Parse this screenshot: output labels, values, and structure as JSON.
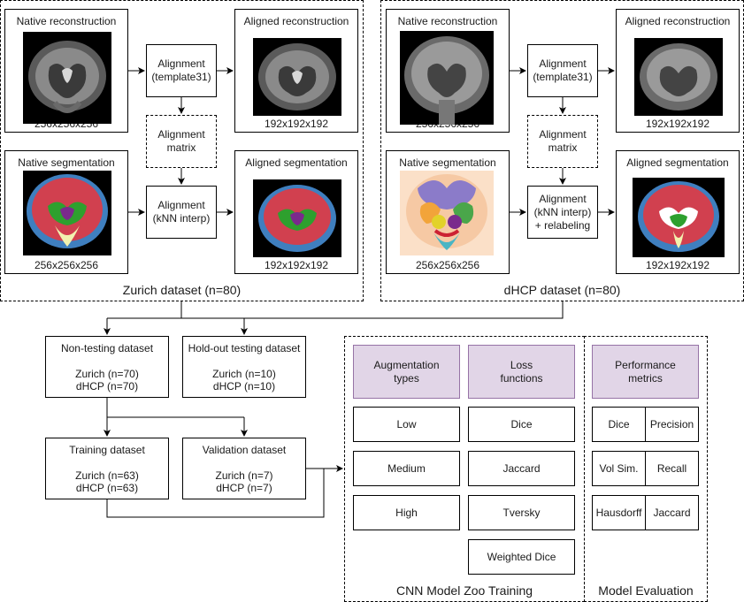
{
  "zurich": {
    "title": "Zurich dataset (n=80)",
    "native_recon": "Native reconstruction",
    "native_recon_dim": "256x256x256",
    "align_template": "Alignment\n(template31)",
    "aligned_recon": "Aligned reconstruction",
    "aligned_recon_dim": "192x192x192",
    "align_matrix": "Alignment\nmatrix",
    "native_seg": "Native segmentation",
    "native_seg_dim": "256x256x256",
    "align_knn": "Alignment\n(kNN interp)",
    "aligned_seg": "Aligned segmentation",
    "aligned_seg_dim": "192x192x192"
  },
  "dhcp": {
    "title": "dHCP dataset (n=80)",
    "native_recon": "Native reconstruction",
    "native_recon_dim": "256x256x256",
    "align_template": "Alignment\n(template31)",
    "aligned_recon": "Aligned reconstruction",
    "aligned_recon_dim": "192x192x192",
    "align_matrix": "Alignment\nmatrix",
    "native_seg": "Native segmentation",
    "native_seg_dim": "256x256x256",
    "align_knn": "Alignment\n(kNN interp)\n+ relabeling",
    "aligned_seg": "Aligned segmentation",
    "aligned_seg_dim": "192x192x192"
  },
  "splits": {
    "non_testing": {
      "title": "Non-testing dataset",
      "line1": "Zurich (n=70)",
      "line2": "dHCP (n=70)"
    },
    "holdout": {
      "title": "Hold-out testing dataset",
      "line1": "Zurich (n=10)",
      "line2": "dHCP (n=10)"
    },
    "training": {
      "title": "Training dataset",
      "line1": "Zurich (n=63)",
      "line2": "dHCP (n=63)"
    },
    "validation": {
      "title": "Validation dataset",
      "line1": "Zurich (n=7)",
      "line2": "dHCP (n=7)"
    }
  },
  "zoo": {
    "title": "CNN Model Zoo Training",
    "aug_header": "Augmentation\ntypes",
    "aug_items": [
      "Low",
      "Medium",
      "High"
    ],
    "loss_header": "Loss\nfunctions",
    "loss_items": [
      "Dice",
      "Jaccard",
      "Tversky",
      "Weighted Dice"
    ]
  },
  "evaluation": {
    "title": "Model Evaluation",
    "header": "Performance\nmetrics",
    "metrics": [
      [
        "Dice",
        "Precision"
      ],
      [
        "Vol Sim.",
        "Recall"
      ],
      [
        "Hausdorff",
        "Jaccard"
      ]
    ]
  },
  "colors": {
    "purple_fill": "#e1d5e7",
    "purple_stroke": "#9673a6",
    "seg_red": "#d1404f",
    "seg_blue": "#3f7fbf",
    "seg_green": "#2ea02e",
    "seg_purple": "#7a2a8c",
    "seg_yellow": "#f2f2b0"
  }
}
